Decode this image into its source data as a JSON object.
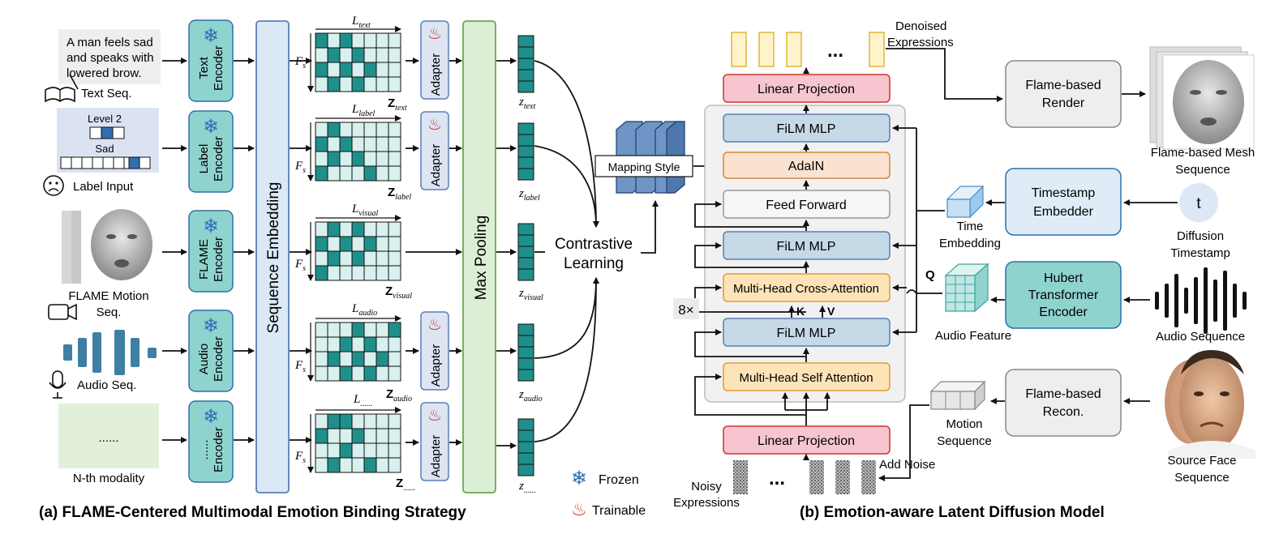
{
  "left": {
    "text_sample": [
      "A man feels sad",
      "and speaks with",
      "lowered brow."
    ],
    "text_seq_label": "Text Seq.",
    "label_level": "Level 2",
    "label_emotion": "Sad",
    "label_input": "Label Input",
    "flame_motion_label": [
      "FLAME Motion",
      "Seq."
    ],
    "audio_seq_label": "Audio Seq.",
    "nth_dots": "......",
    "nth_label": "N-th modality",
    "encoders": [
      [
        "Text",
        "Encoder"
      ],
      [
        "Label",
        "Encoder"
      ],
      [
        "FLAME",
        "Encoder"
      ],
      [
        "Audio",
        "Encoder"
      ],
      [
        "......",
        "Encoder"
      ]
    ],
    "sequence_embedding": "Sequence Embedding",
    "max_pooling": "Max Pooling",
    "adapter": "Adapter",
    "Fs_main": "F",
    "Fs_sub": "s",
    "L_main": "L",
    "L_subs": [
      "text",
      "label",
      "visual",
      "audio",
      "......"
    ],
    "Z_main": "Z",
    "z_main": "z",
    "contrastive": [
      "Contrastive",
      "Learning"
    ],
    "legend_frozen": "Frozen",
    "legend_trainable": "Trainable",
    "caption": "(a) FLAME-Centered Multimodal Emotion Binding Strategy"
  },
  "right": {
    "denoised": [
      "Denoised",
      "Expressions"
    ],
    "dots": "...",
    "linear_projection_top": "Linear Projection",
    "film_mlp": "FiLM MLP",
    "adain": "AdaIN",
    "feed_forward": "Feed Forward",
    "cross_attention": "Multi-Head Cross-Attention",
    "self_attention": "Multi-Head Self Attention",
    "linear_projection_bottom": "Linear Projection",
    "repeat": "8×",
    "k_label": "K",
    "v_label": "V",
    "q_label": "Q",
    "mapping_style": "Mapping Style",
    "flame_render": [
      "Flame-based",
      "Render"
    ],
    "mesh_seq": [
      "Flame-based Mesh",
      "Sequence"
    ],
    "timestamp_embedder": [
      "Timestamp",
      "Embedder"
    ],
    "t_symbol": "t",
    "diffusion_timestamp": [
      "Diffusion",
      "Timestamp"
    ],
    "time_embedding": [
      "Time",
      "Embedding"
    ],
    "hubert": [
      "Hubert",
      "Transformer",
      "Encoder"
    ],
    "audio_feature": "Audio Feature",
    "audio_sequence": "Audio Sequence",
    "flame_recon": [
      "Flame-based",
      "Recon."
    ],
    "motion_sequence": [
      "Motion",
      "Sequence"
    ],
    "source_face": [
      "Source Face",
      "Sequence"
    ],
    "add_noise": "Add Noise",
    "noisy": [
      "Noisy",
      "Expressions"
    ],
    "caption": "(b) Emotion-aware Latent Diffusion Model"
  },
  "colors": {
    "teal": "#8fd3cf",
    "teal_dark": "#1f8f8a",
    "teal_light": "#d8f0ee",
    "seq_blue": "#dbe8f6",
    "seq_border": "#5a7fb5",
    "max_green": "#dcefd5",
    "max_border": "#6aa84f",
    "adapter_fill": "#dde5f3",
    "pink": "#f6c5cf",
    "film": "#c5d9e6",
    "adain": "#fbe2d0",
    "orange": "#fde3b8",
    "orange_border": "#e39b35",
    "gray_box": "#eeeeee",
    "token_yellow": "#fff3cc",
    "token_border": "#e0b53b",
    "audio_blue": "#3f7fa4",
    "red": "#d0342c"
  }
}
